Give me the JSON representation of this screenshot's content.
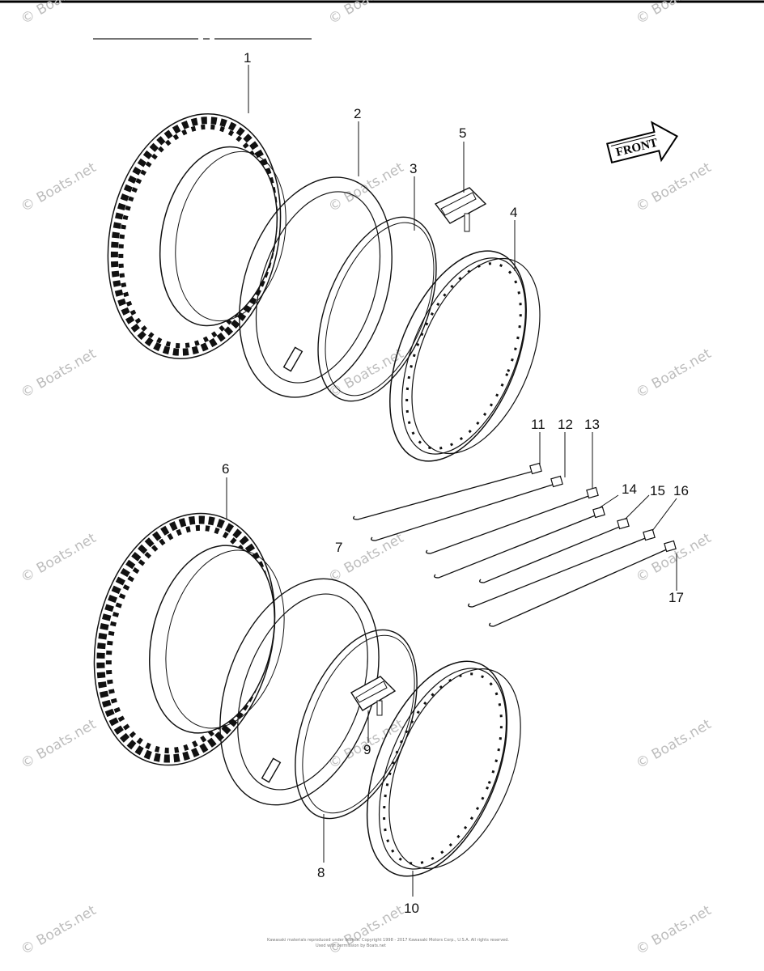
{
  "callouts": {
    "c1": "1",
    "c2": "2",
    "c3": "3",
    "c4": "4",
    "c5": "5",
    "c6": "6",
    "c7": "7",
    "c8": "8",
    "c9": "9",
    "c10": "10",
    "c11": "11",
    "c12": "12",
    "c13": "13",
    "c14": "14",
    "c15": "15",
    "c16": "16",
    "c17": "17"
  },
  "front_arrow": {
    "label": "FRONT",
    "icon": "front-direction-arrow-icon"
  },
  "watermark": "© Boats.net",
  "footer": {
    "line1": "Kawasaki materials reproduced under license. Copyright 1998 - 2017  Kawasaki Motors Corp., U.S.A.  All rights reserved.",
    "line2": "Used with permission by Boats.net"
  }
}
